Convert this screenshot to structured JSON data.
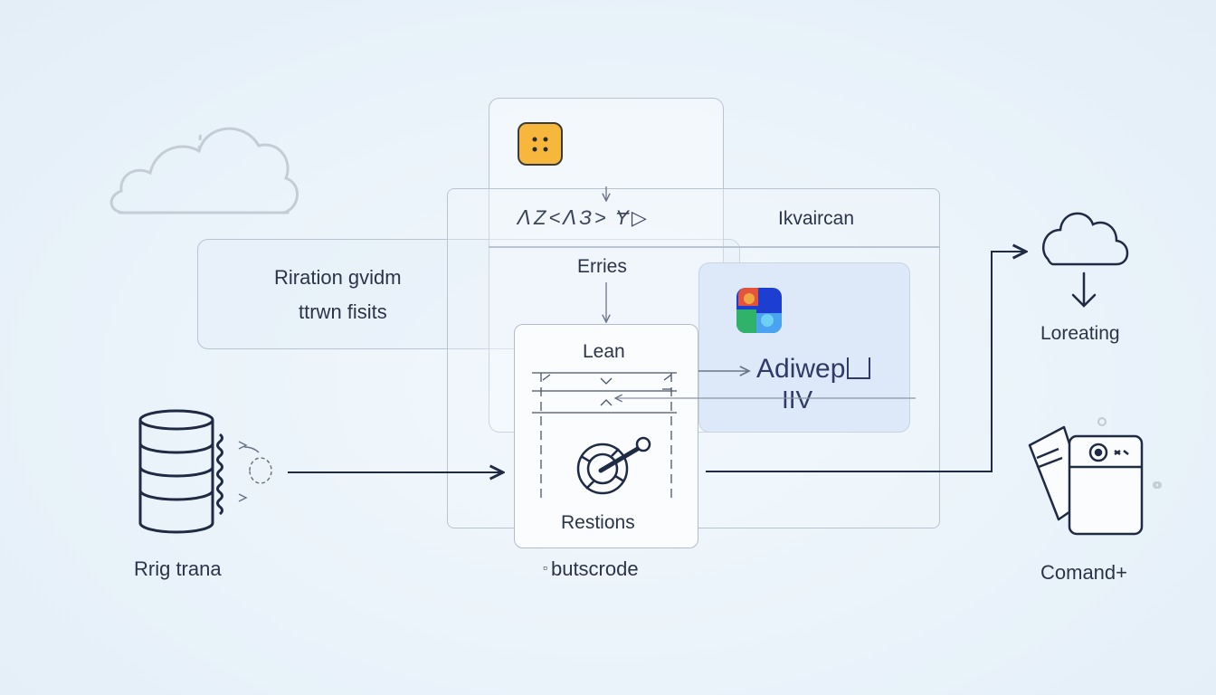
{
  "wide_panel": {
    "header_glyphs": "ᐱZ<ᐱЗ> Ɏ▷",
    "header_right": "Ikvaircan"
  },
  "tall_panel": {
    "label": "Erries"
  },
  "left_panel": {
    "line1": "Riration gvidm",
    "line2": "ttrwn fisits"
  },
  "blue_panel": {
    "line1": "Adiwep",
    "line2": "IIV"
  },
  "card": {
    "title": "Lean",
    "label": "Restions"
  },
  "captions": {
    "database": "Rrig trana",
    "center": "butscrode",
    "cloud_right": "Loreating",
    "device": "Comand+"
  },
  "colors": {
    "panel_border": "#b9c4d2",
    "line": "#1f2a44",
    "accent_yellow": "#f6b73c",
    "blue_panel_fill": "#dde8f8"
  },
  "icons": {
    "top_left": "cloud-outline-icon",
    "top_right": "cloud-download-icon",
    "database": "database-icon",
    "app_tile": "yellow-app-icon",
    "colorful_app": "colorful-app-icon",
    "target": "target-wrench-icon",
    "device": "device-documents-icon"
  }
}
